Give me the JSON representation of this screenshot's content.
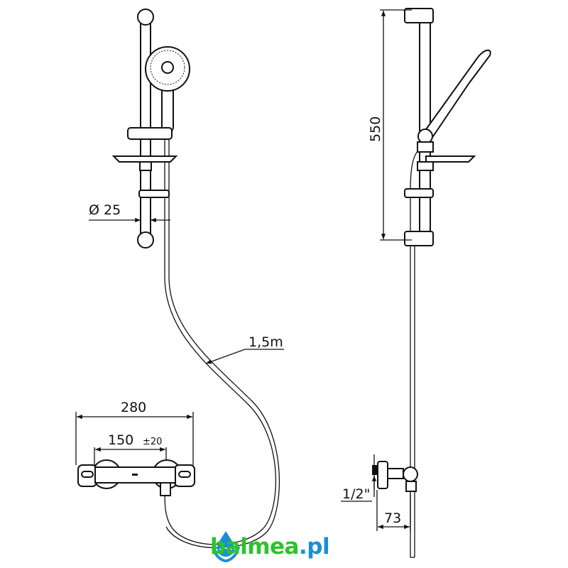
{
  "dimensions": {
    "diameter": "Ø 25",
    "hose_length": "1,5m",
    "width_total": "280",
    "spacing": "150",
    "tolerance": "±20",
    "height": "550",
    "thread": "1/2\"",
    "depth": "73"
  },
  "logo": {
    "text": "balmea",
    "tld": ".pl",
    "colors": {
      "text": "#2bc42b",
      "tld": "#1a8fd6"
    }
  }
}
